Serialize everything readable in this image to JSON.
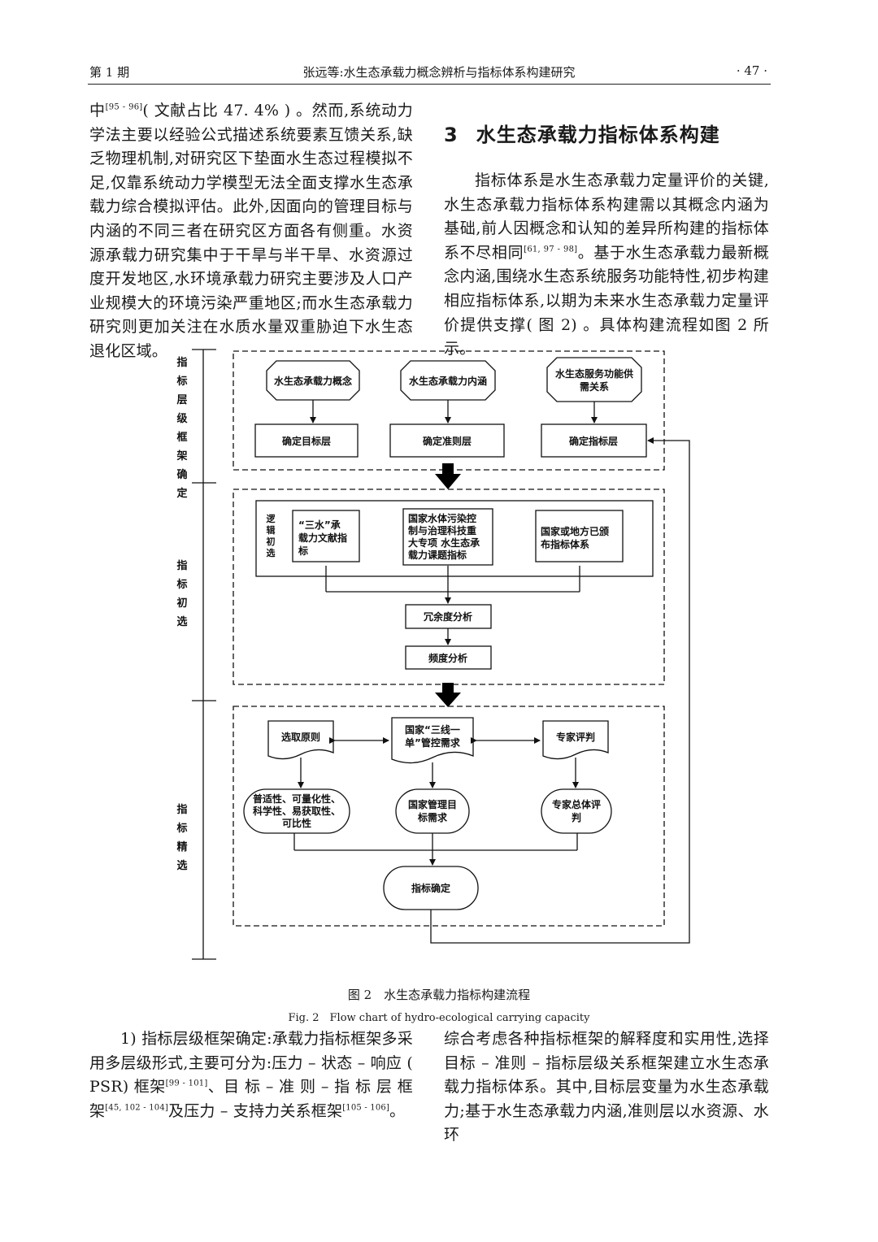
{
  "header": {
    "issue": "第 1 期",
    "title": "张远等:水生态承载力概念辨析与指标体系构建研究",
    "page_no": "· 47 ·"
  },
  "left_top": {
    "lead": "中",
    "ref1": "[95 - 96]",
    "text": "( 文献占比 47. 4% ) 。然而,系统动力学法主要以经验公式描述系统要素互馈关系,缺乏物理机制,对研究区下垫面水生态过程模拟不足,仅靠系统动力学模型无法全面支撑水生态承载力综合模拟评估。此外,因面向的管理目标与内涵的不同三者在研究区方面各有侧重。水资源承载力研究集中于干旱与半干旱、水资源过度开发地区,水环境承载力研究主要涉及人口产业规模大的环境污染严重地区;而水生态承载力研究则更加关注在水质水量双重胁迫下水生态退化区域。"
  },
  "section": {
    "number": "3",
    "title": "水生态承载力指标体系构建"
  },
  "right_top": {
    "text1": "指标体系是水生态承载力定量评价的关键,水生态承载力指标体系构建需以其概念内涵为基础,前人因概念和认知的差异所构建的指标体系不尽相同",
    "ref1": "[61, 97 - 98]",
    "text2": "。基于水生态承载力最新概念内涵,围绕水生态系统服务功能特性,初步构建相应指标体系,以期为未来水生态承载力定量评价提供支撑( 图 2) 。具体构建流程如图 2 所示。"
  },
  "figure": {
    "stage_labels": {
      "s1": [
        "指",
        "标",
        "层",
        "级",
        "框",
        "架",
        "确",
        "定"
      ],
      "s2": [
        "指",
        "标",
        "初",
        "选"
      ],
      "s3": [
        "指",
        "标",
        "精",
        "选"
      ]
    },
    "stage1": {
      "concept_1": "水生态承载力概念",
      "concept_2": "水生态承载力内涵",
      "concept_3_l1": "水生态服务功能供",
      "concept_3_l2": "需关系",
      "layer_1": "确定目标层",
      "layer_2": "确定准则层",
      "layer_3": "确定指标层"
    },
    "stage2": {
      "side_label": [
        "逻",
        "辑",
        "初",
        "选"
      ],
      "src_1": [
        "“三水”承",
        "载力文献指",
        "标"
      ],
      "src_2": [
        "国家水体污染控",
        "制与治理科技重",
        "大专项 水生态承",
        "载力课题指标"
      ],
      "src_3": [
        "国家或地方已颁",
        "布指标体系"
      ],
      "redundancy": "冗余度分析",
      "frequency": "频度分析"
    },
    "stage3": {
      "doc_1": "选取原则",
      "doc_2": [
        "国家“三线一",
        "单”管控需求"
      ],
      "doc_3": "专家评判",
      "out_1": [
        "普适性、可量化性、",
        "科学性、易获取性、",
        "可比性"
      ],
      "out_2": [
        "国家管理目",
        "标需求"
      ],
      "out_3": [
        "专家总体评",
        "判"
      ],
      "final": "指标确定"
    }
  },
  "caption": {
    "cn": "图 2　水生态承载力指标构建流程",
    "en": "Fig. 2　Flow chart of hydro-ecological carrying capacity"
  },
  "left_bottom": {
    "text1": "1) 指标层级框架确定:承载力指标框架多采用多层级形式,主要可分为:压力 – 状态 – 响应 ( PSR) 框架",
    "ref1": "[99 - 101]",
    "text2": "、目 标 – 准 则 – 指 标 层 框 架",
    "ref2": "[45, 102 - 104]",
    "text3": "及压力 – 支持力关系框架",
    "ref3": "[105 - 106]",
    "text4": "。"
  },
  "right_bottom": {
    "text": "综合考虑各种指标框架的解释度和实用性,选择目标 – 准则 – 指标层级关系框架建立水生态承载力指标体系。其中,目标层变量为水生态承载力;基于水生态承载力内涵,准则层以水资源、水环"
  }
}
